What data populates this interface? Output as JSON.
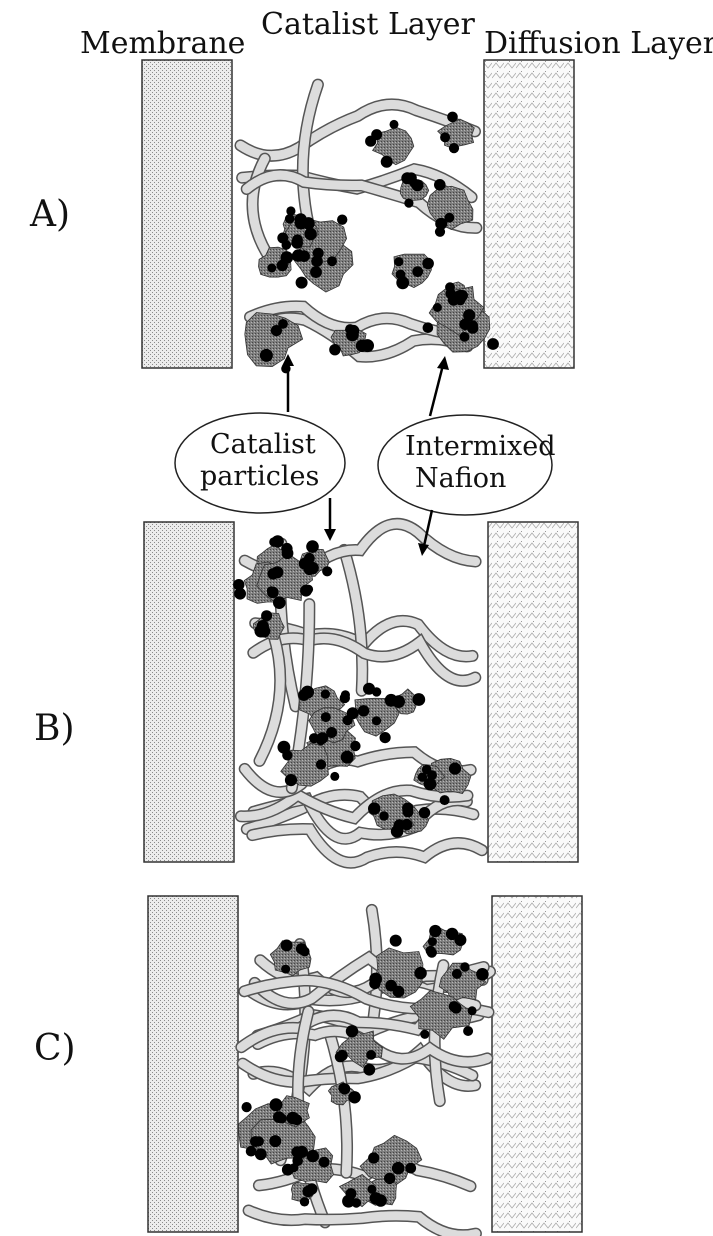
{
  "headers": {
    "membrane": "Membrane",
    "catalyst_layer": "Catalist Layer",
    "diffusion_layer": "Diffusion Layer"
  },
  "rows": [
    {
      "label": "A)"
    },
    {
      "label": "B)"
    },
    {
      "label": "C)"
    }
  ],
  "callouts": {
    "catalyst_particles": [
      "Catalist",
      "particles"
    ],
    "intermixed_nafion": [
      "Intermixed",
      "Nafion"
    ]
  },
  "colors": {
    "membrane_fill": "#e2e2e2",
    "diffusion_fill": "#f1f1f1",
    "agglomerate_fill": "#7a7a7a",
    "particle_fill": "#000000",
    "nafion_fill": "#dcdcdc"
  }
}
